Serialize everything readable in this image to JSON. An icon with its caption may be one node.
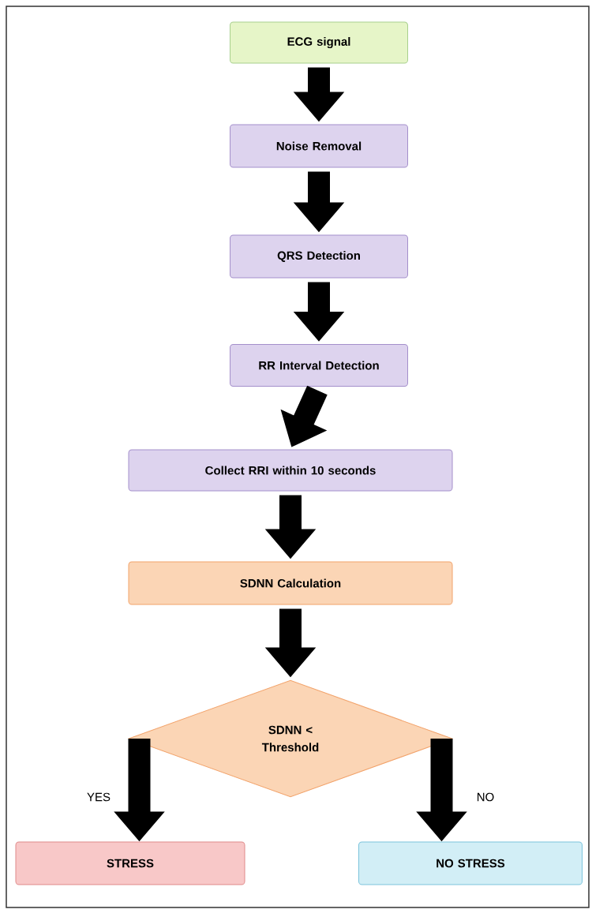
{
  "diagram": {
    "nodes": [
      {
        "text": [
          "ECG signal"
        ]
      },
      {
        "text": [
          "Noise Removal"
        ]
      },
      {
        "text": [
          "QRS Detection"
        ]
      },
      {
        "text": [
          "RR Interval Detection"
        ]
      },
      {
        "text": [
          "Collect RRI within 10 seconds"
        ]
      },
      {
        "text": [
          "SDNN Calculation"
        ]
      },
      {
        "text": [
          "SDNN < Threshold"
        ]
      },
      {
        "text": [
          "STRESS"
        ]
      },
      {
        "text": [
          "NO STRESS"
        ]
      }
    ],
    "edges": [
      {
        "from": 0,
        "to": 1,
        "arrow": "to"
      },
      {
        "from": 1,
        "to": 2,
        "arrow": "to"
      },
      {
        "from": 2,
        "to": 3,
        "arrow": "to"
      },
      {
        "from": 3,
        "to": 4,
        "arrow": "to"
      },
      {
        "from": 4,
        "to": 5,
        "arrow": "to"
      },
      {
        "from": 5,
        "to": 6,
        "arrow": "to"
      },
      {
        "from": 6,
        "to": 7,
        "arrow": "to",
        "label": "YES"
      },
      {
        "from": 6,
        "to": 8,
        "arrow": "to",
        "label": "NO"
      }
    ]
  }
}
